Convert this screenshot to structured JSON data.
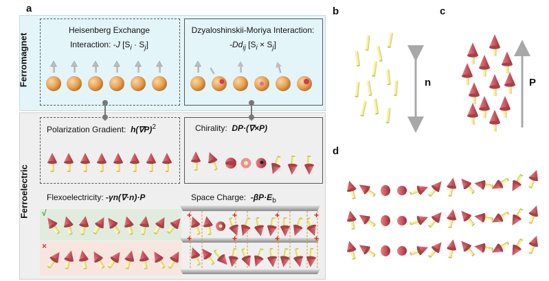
{
  "panels": {
    "a": "a",
    "b": "b",
    "c": "c",
    "d": "d"
  },
  "rows": {
    "ferromagnet": "Ferromagnet",
    "ferroelectric": "Ferroelectric"
  },
  "heisenberg": {
    "line1": "Heisenberg Exchange",
    "line2_prefix": "Interaction: -",
    "line2_sym": "J",
    "line2_suffix": " [S",
    "sub_i": "i",
    "dot": " · S",
    "sub_j": "j",
    "close": "]"
  },
  "dmi": {
    "line1": "Dzyaloshinskii-Moriya Interaction:",
    "prefix": "-Dd",
    "sub_ij": "ij",
    "open": " [S",
    "sub_i": "i",
    "cross": " × S",
    "sub_j": "j",
    "close": "]"
  },
  "polarization": {
    "label": "Polarization Gradient:",
    "formula": "h(∇P)",
    "power": "2"
  },
  "chirality": {
    "label": "Chirality:",
    "formula": "DP·(∇×P)"
  },
  "flexo": {
    "label": "Flexoelectricity:",
    "formula": "-γn(∇·n)·P",
    "check": "√",
    "cross": "×"
  },
  "space": {
    "label": "Space Charge:",
    "formula": "-βP·E",
    "sub": "b"
  },
  "b_label": "n",
  "c_label": "P",
  "colors": {
    "ferromagnet_bg": "#e4f5f9",
    "ferroelectric_bg": "#efefef",
    "cone": "#c8545c",
    "cylinder": "#f2ef9c",
    "sphere": "#e8a050",
    "arrow": "#a8a8a8"
  }
}
